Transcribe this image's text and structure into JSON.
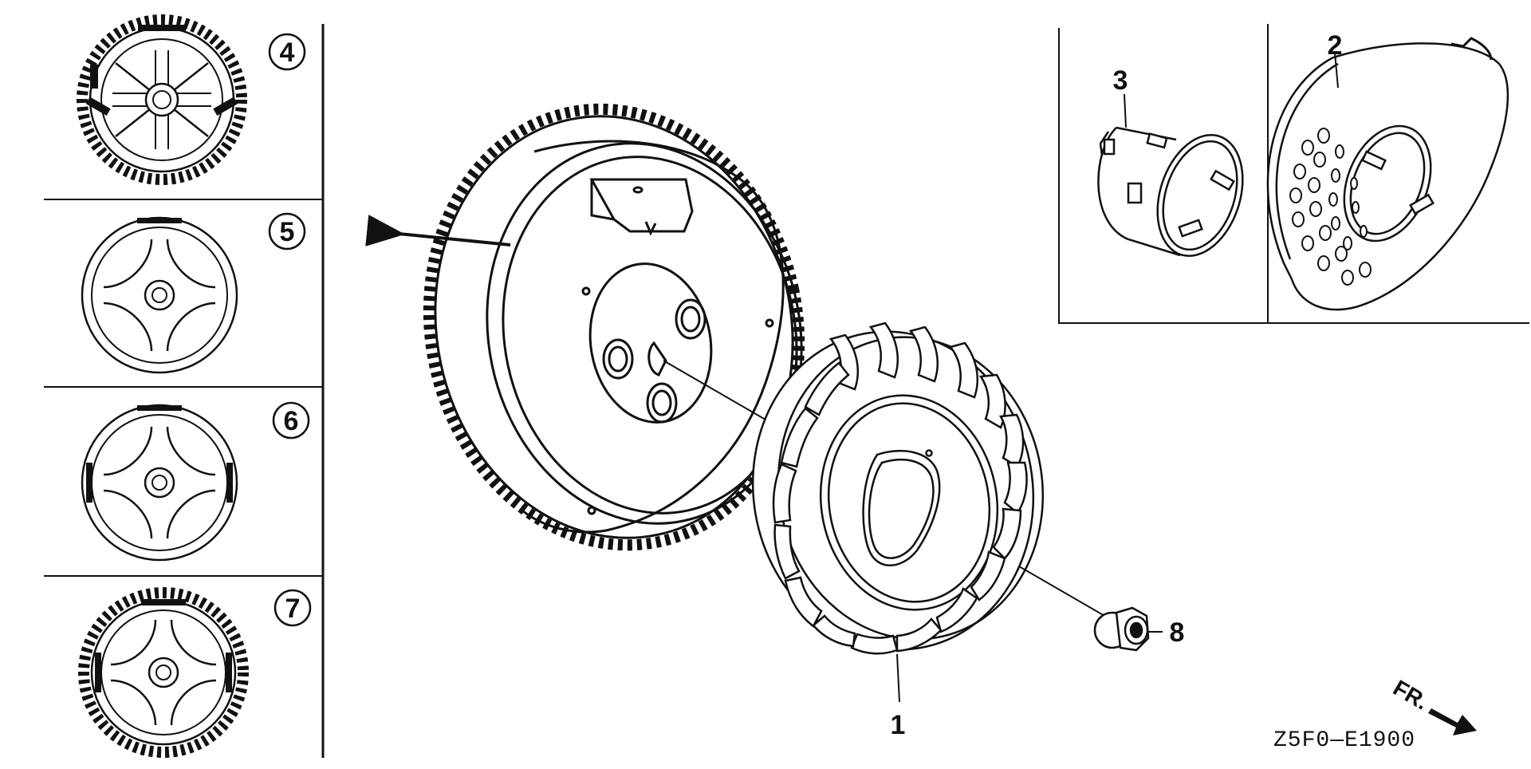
{
  "diagram": {
    "variants": [
      {
        "num": "4",
        "style": "toothed-segments"
      },
      {
        "num": "5",
        "style": "plain"
      },
      {
        "num": "6",
        "style": "plain-segments"
      },
      {
        "num": "7",
        "style": "toothed-segments"
      }
    ],
    "callouts": {
      "flywheel_fan": "1",
      "starter_pulley": "2",
      "starter_cup": "3",
      "flange_nut": "8"
    },
    "direction_label": "FR.",
    "drawing_code": "Z5F0—E1900"
  },
  "colors": {
    "ink": "#111111",
    "paper": "#ffffff"
  }
}
